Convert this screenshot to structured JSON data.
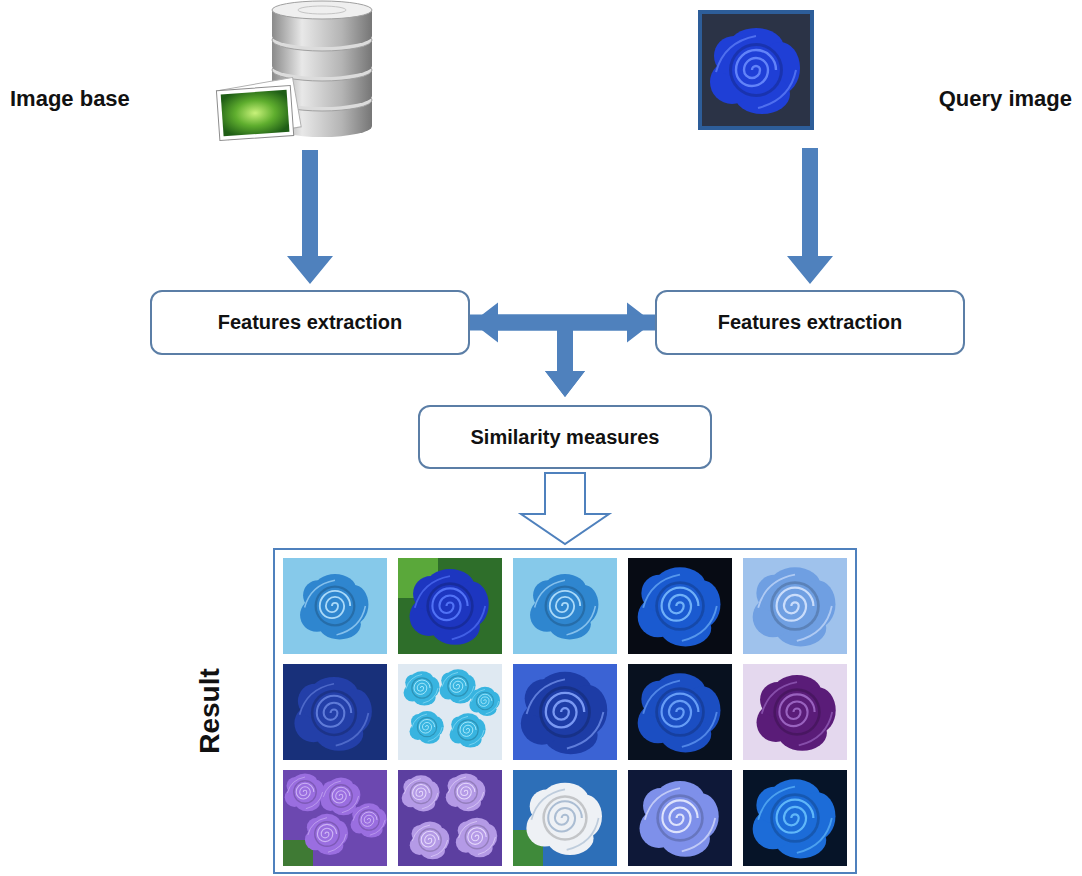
{
  "diagram": {
    "nodes": [
      {
        "text": [
          "Image base"
        ]
      },
      {
        "text": [
          "Query image"
        ]
      },
      {
        "text": [
          "Features extraction"
        ]
      },
      {
        "text": [
          "Features extraction"
        ]
      },
      {
        "text": [
          "Similarity measures"
        ]
      },
      {
        "text": [
          "Result"
        ]
      }
    ],
    "edges": [
      {
        "from": 0,
        "to": 2,
        "arrow": "to"
      },
      {
        "from": 1,
        "to": 3,
        "arrow": "to"
      },
      {
        "from": 2,
        "to": 3,
        "arrow": "both"
      },
      {
        "from": 2,
        "to": 4,
        "arrow": "to"
      },
      {
        "from": 3,
        "to": 4,
        "arrow": "to"
      },
      {
        "from": 4,
        "to": 5,
        "arrow": "to"
      }
    ]
  }
}
